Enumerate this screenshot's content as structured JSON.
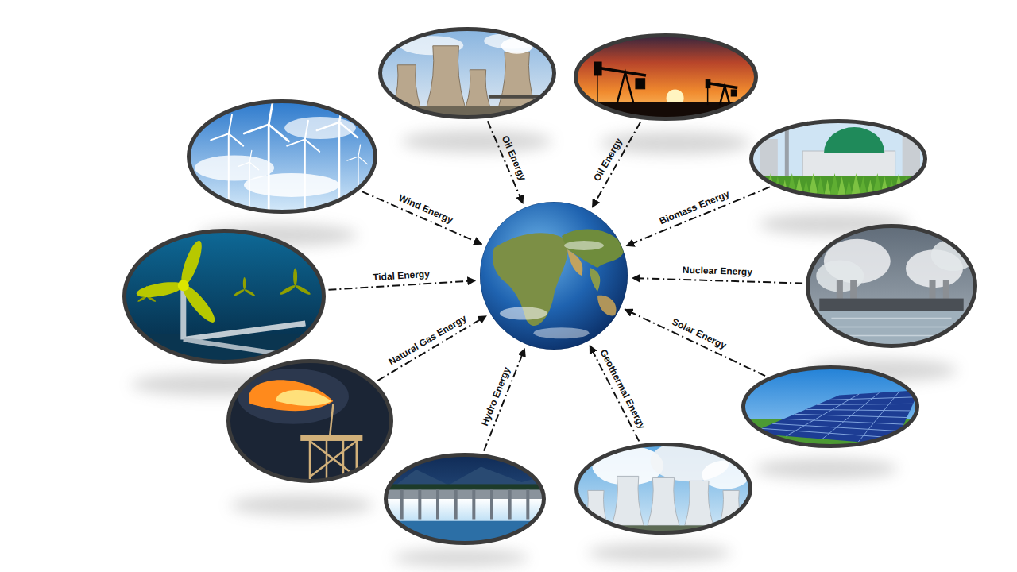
{
  "diagram": {
    "nodes": [
      {
        "text": []
      },
      {
        "text": []
      },
      {
        "text": []
      },
      {
        "text": []
      },
      {
        "text": []
      },
      {
        "text": []
      },
      {
        "text": []
      },
      {
        "text": []
      },
      {
        "text": []
      },
      {
        "text": []
      },
      {
        "text": []
      }
    ],
    "edges": [
      {
        "from": 0,
        "to": 10,
        "arrow": "to",
        "label": "Oil Energy"
      },
      {
        "from": 1,
        "to": 10,
        "arrow": "to",
        "label": "Oil Energy"
      },
      {
        "from": 2,
        "to": 10,
        "arrow": "to",
        "label": "Biomass Energy"
      },
      {
        "from": 3,
        "to": 10,
        "arrow": "to",
        "label": "Nuclear Energy"
      },
      {
        "from": 4,
        "to": 10,
        "arrow": "to",
        "label": "Solar Energy"
      },
      {
        "from": 5,
        "to": 10,
        "arrow": "to",
        "label": "Geothermal Energy"
      },
      {
        "from": 6,
        "to": 10,
        "arrow": "to",
        "label": "Hydro Energy"
      },
      {
        "from": 7,
        "to": 10,
        "arrow": "to",
        "label": "Natural Gas Energy"
      },
      {
        "from": 8,
        "to": 10,
        "arrow": "to",
        "label": "Tidal Energy"
      },
      {
        "from": 9,
        "to": 10,
        "arrow": "to",
        "label": "Wind Energy"
      }
    ]
  }
}
